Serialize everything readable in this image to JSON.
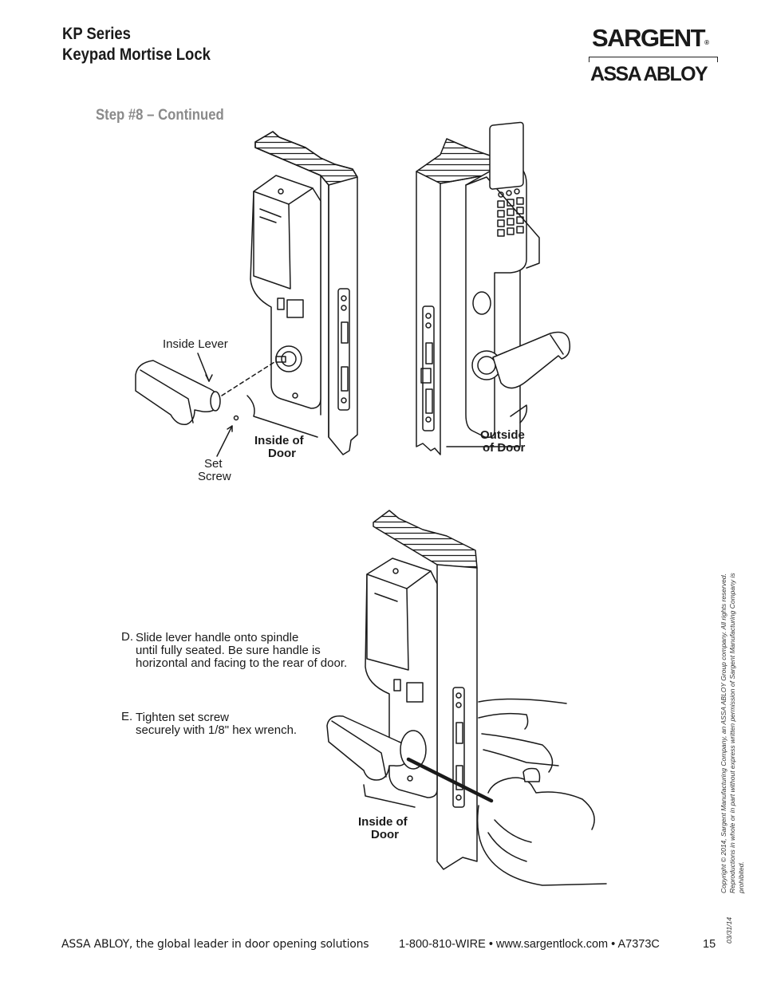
{
  "header": {
    "title_line1": "KP Series",
    "title_line2": "Keypad Mortise Lock",
    "brand_name": "SARGENT",
    "brand_registered": "®",
    "brand_parent": "ASSA ABLOY"
  },
  "step_heading": "Step #8 – Continued",
  "figure_top": {
    "label_inside_lever": "Inside Lever",
    "label_set_screw_1": "Set",
    "label_set_screw_2": "Screw",
    "label_inside_door_1": "Inside of",
    "label_inside_door_2": "Door",
    "label_outside_door_1": "Outside",
    "label_outside_door_2": "of Door"
  },
  "instructions": [
    {
      "letter": "D.",
      "lines": [
        "Slide lever handle onto spindle",
        "until fully seated. Be sure handle is",
        "horizontal and facing to the rear of door."
      ]
    },
    {
      "letter": "E.",
      "lines": [
        "Tighten set screw",
        "securely with 1/8\" hex wrench."
      ]
    }
  ],
  "figure_bottom": {
    "label_inside_door_1": "Inside of",
    "label_inside_door_2": "Door"
  },
  "side_notes": {
    "copyright_1": "Copyright © 2014, Sargent Manufacturing Company, an ASSA ABLOY Group company. All rights reserved.",
    "copyright_2": "Reproductions in whole or in part without express written permission of Sargent Manufacturing Company is prohibited.",
    "date": "03/31/14"
  },
  "footer": {
    "tagline": "ASSA ABLOY, the global leader in door opening solutions",
    "contact": "1-800-810-WIRE • www.sargentlock.com • A7373C",
    "page_number": "15"
  },
  "colors": {
    "ink": "#1a1a1a",
    "step_heading": "#8a8a8a"
  }
}
